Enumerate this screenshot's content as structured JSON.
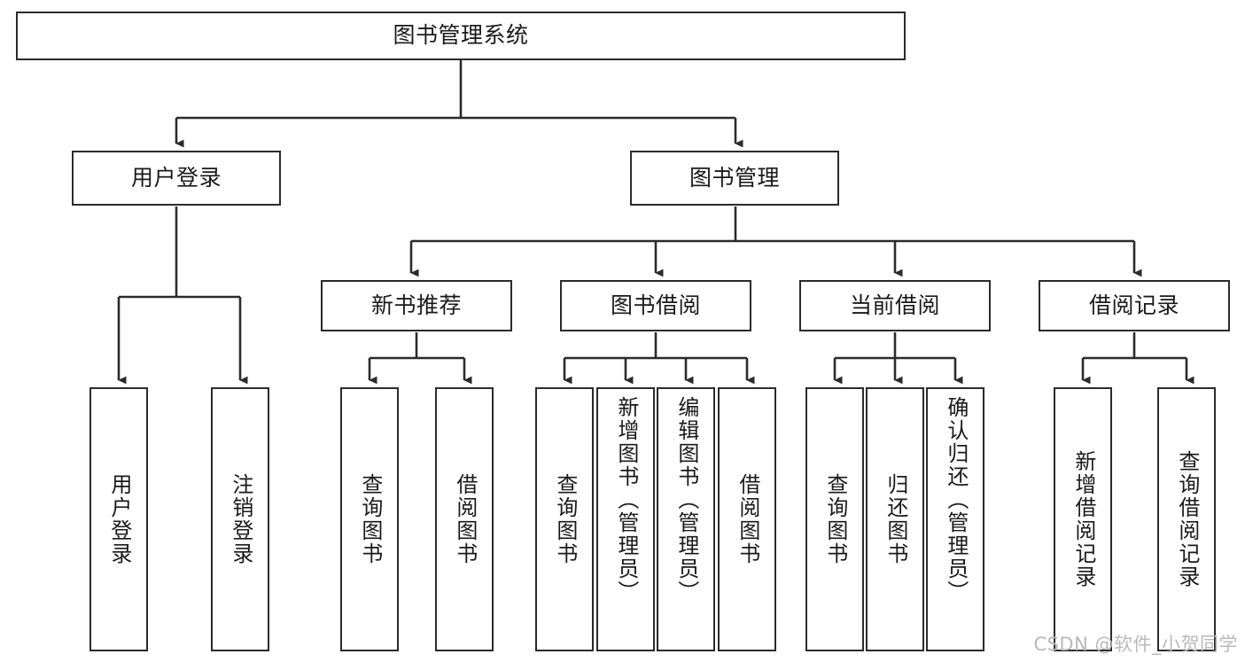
{
  "diagram": {
    "title": "图书管理系统",
    "type": "tree-hierarchy",
    "watermark": "CSDN @软件_小贺同学",
    "colors": {
      "stroke": "#2b2b2b",
      "fill": "#ffffff",
      "text": "#1a1a1a",
      "watermark": "#b9b9b9"
    },
    "nodes": {
      "root": {
        "label": "图书管理系统"
      },
      "level2": [
        {
          "label": "用户登录"
        },
        {
          "label": "图书管理"
        }
      ],
      "level3": [
        {
          "label": "新书推荐"
        },
        {
          "label": "图书借阅"
        },
        {
          "label": "当前借阅"
        },
        {
          "label": "借阅记录"
        }
      ],
      "leaves": {
        "user_login": [
          {
            "label": "用户登录"
          },
          {
            "label": "注销登录"
          }
        ],
        "new_book": [
          {
            "label": "查询图书"
          },
          {
            "label": "借阅图书"
          }
        ],
        "book_borrow": [
          {
            "label": "查询图书"
          },
          {
            "label": "新增图书（管理员）"
          },
          {
            "label": "编辑图书（管理员）"
          },
          {
            "label": "借阅图书"
          }
        ],
        "current_borrow": [
          {
            "label": "查询图书"
          },
          {
            "label": "归还图书"
          },
          {
            "label": "确认归还（管理员）"
          }
        ],
        "borrow_record": [
          {
            "label": "新增借阅记录"
          },
          {
            "label": "查询借阅记录"
          }
        ]
      }
    }
  }
}
